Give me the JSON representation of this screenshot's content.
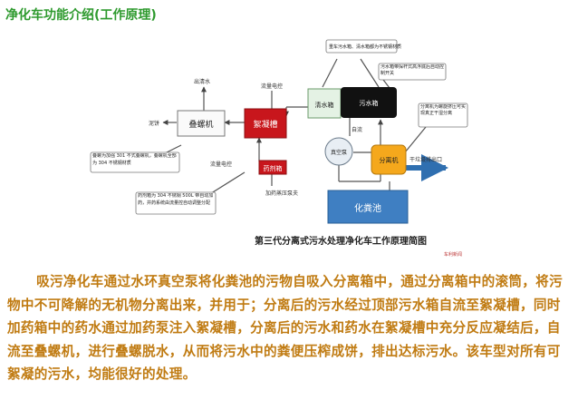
{
  "title": "净化车功能介绍(工作原理)",
  "diagram": {
    "caption": "第三代分离式污水处理净化车工作原理简图",
    "watermark": "车利新闻",
    "boxes": {
      "dewatering": "叠螺机",
      "coagulation": "絮凝槽",
      "dosing": "药剂箱",
      "clean_water": "清水箱",
      "dirty_water": "污水箱",
      "separator": "分离机",
      "vacuum_pump": "真空泵",
      "septic_tank": "化粪池"
    },
    "labels": {
      "water_out": "出清水",
      "sludge_out": "泥饼",
      "flow_meter_top": "流量电控",
      "flow_meter_mid": "流量电控",
      "dosing_pump": "加药蒸压泵夫",
      "gravity": "自流",
      "dry_residue": "干垃圾排出口"
    },
    "notes": {
      "tank_material": "重车污水箱、清水箱都为不锈钢材质",
      "tank_valve": "污水箱带探杆式高浮底后自动控制开关",
      "separator_note": "分离机为螺旋挤压可实现真正干湿分离",
      "dewater_note": "叠螺为加强 301 不式叠螺机，叠螺机全部为 304 不锈钢材质",
      "dosing_note": "药剂箱为 304 不锈钢 500L 带自动加药，并药系统由流量控自动调整分配"
    }
  },
  "description": "吸污净化车通过水环真空泵将化粪池的污物自吸入分离箱中，通过分离箱中的滚筒，将污物中不可降解的无机物分离出来，并用于；分离后的污水经过顶部污水箱自流至絮凝槽，同时加药箱中的药水通过加药泵注入絮凝槽，分离后的污水和药水在絮凝槽中充分反应凝结后，自流至叠螺机，进行叠螺脱水，从而将污水中的粪便压榨成饼，排出达标污水。该车型对所有可絮凝的污水，均能很好的处理。",
  "colors": {
    "title": "#2e9a2e",
    "text": "#c07b12",
    "coagulation": "#c8161c",
    "separator": "#f5a81c",
    "septic": "#3f7fc2",
    "flow_arrow": "#2f6fb0"
  }
}
